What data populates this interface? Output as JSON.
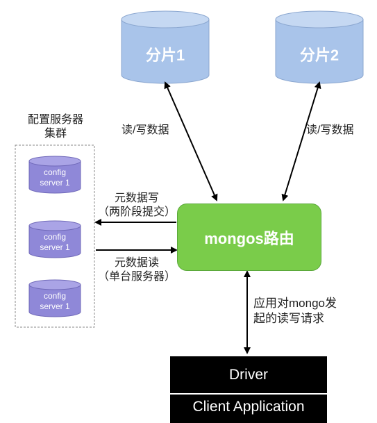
{
  "shards": [
    {
      "label": "分片1"
    },
    {
      "label": "分片2"
    }
  ],
  "read_write_left": "读/写数据",
  "read_write_right": "读/写数据",
  "config_cluster_title": "配置服务器\n集群",
  "config_servers": [
    {
      "line1": "config",
      "line2": "server 1"
    },
    {
      "line1": "config",
      "line2": "server 1"
    },
    {
      "line1": "config",
      "line2": "server 1"
    }
  ],
  "metadata_write": {
    "line1": "元数据写",
    "line2": "（两阶段提交）"
  },
  "metadata_read": {
    "line1": "元数据读",
    "line2": "（单台服务器）"
  },
  "router_label": "mongos路由",
  "app_request": {
    "line1": "应用对mongo发",
    "line2": "起的读写请求"
  },
  "driver_label": "Driver",
  "client_label": "Client Application",
  "colors": {
    "cylinder": "#a9c4ea",
    "config_cylinder": "#8f88d8",
    "router": "#7acc4a",
    "arrow": "#000000"
  }
}
